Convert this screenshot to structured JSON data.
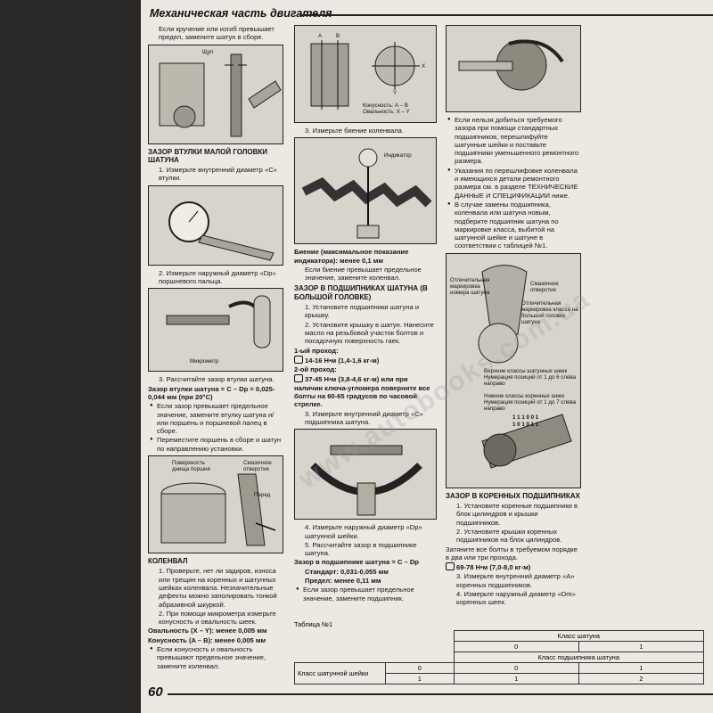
{
  "header": {
    "title": "Механическая часть двигателя"
  },
  "page_number": "60",
  "watermark": "www.autobooks.com.ua",
  "col1": {
    "intro": "Если кручение или изгиб превышает предел, замените шатун в сборе.",
    "fig1_label": "Щуп",
    "sec1_title": "ЗАЗОР ВТУЛКИ МАЛОЙ ГОЛОВКИ ШАТУНА",
    "step1": "1. Измерьте внутренний диаметр «С» втулки.",
    "step2": "2. Измерьте наружный диаметр «Dp» поршневого пальца.",
    "fig3_label": "Микрометр",
    "step3": "3. Рассчитайте зазор втулки шатуна.",
    "formula": "Зазор втулки шатуна = C – Dp = 0,025-0,044 мм (при 20°C)",
    "bullet1": "Если зазор превышает предельное значение, замените втулку шатуна и/или поршень и поршневой палец в сборе.",
    "bullet2": "Переместите поршень в сборе и шатун по направлению установки.",
    "fig4_label1": "Поверхность днища поршня",
    "fig4_label2": "Смазочное отверстие",
    "fig4_label3": "Перед",
    "sec2_title": "КОЛЕНВАЛ",
    "k1": "1. Проверьте, нет ли задиров, износа или трещин на коренных и шатунных шейках коленвала. Незначительные дефекты можно заполировать тонкой абразивной шкуркой.",
    "k2": "2. При помощи микрометра измерьте конусность и овальность шеек.",
    "oval": "Овальность (X – Y): менее 0,005 мм",
    "cone": "Конусность (A – B): менее 0,005 мм",
    "k_bullet": "Если конусность и овальность превышают предельное значение, замените коленвал."
  },
  "col2": {
    "figA": "A",
    "figB": "B",
    "figX": "X",
    "figY": "Y",
    "fig_caption": "Конусность: A – B  Овальность: X – Y",
    "step3": "3. Измерьте биение коленвала.",
    "indicator": "Индикатор",
    "runout": "Биение (максимальное показание индикатора): менее 0,1 мм",
    "runout_note": "Если биение превышает предельное значение, замените коленвал.",
    "sec_title": "ЗАЗОР В ПОДШИПНИКАХ ШАТУНА (В БОЛЬШОЙ ГОЛОВКЕ)",
    "s1": "1. Установите подшипники шатуна и крышку.",
    "s2": "2. Установите крышку в шатун. Нанесите масло на резьбовой участок болтов и посадочную поверхность гаек.",
    "pass1_title": "1-ый проход:",
    "pass1": "14-16 Н•м (1,4-1,6 кг-м)",
    "pass2_title": "2-ой проход:",
    "pass2": "37-45 Н•м (3,8-4,6 кг-м) или при наличии ключа-угломера поверните все болты на 60-65 градусов по часовой стрелке.",
    "s3": "3. Измерьте внутренний диаметр «С» подшипника шатуна.",
    "s4": "4. Измерьте наружный диаметр «Dp» шатунной шейки.",
    "s5": "5. Рассчитайте зазор в подшипнике шатуна.",
    "formula": "Зазор в подшипнике шатуна = C – Dp",
    "standard": "Стандарт: 0,031-0,055 мм",
    "limit": "Предел: менее 0,11 мм",
    "bullet": "Если зазор превышает предельное значение, замените подшипник."
  },
  "col3": {
    "b1": "Если нельзя добиться требуемого зазора при помощи стандартных подшипников, перешлифуйте шатунные шейки и поставьте подшипники уменьшенного ремонтного размера.",
    "b2": "Указания по перешлифовке коленвала и имеющихся детали ремонтного размера см. в разделе ТЕХНИЧЕСКИЕ ДАННЫЕ И СПЕЦИФИКАЦИИ ниже.",
    "b3": "В случае замены подшипника, коленвала или шатуна новым, подберите подшипник шатуна по маркировке класса, выбитой на шатунной шейке и шатуне в соответствии с таблицей №1.",
    "fig_l1": "Отличительная маркировка номера шатуна",
    "fig_l2": "Смазочное отверстие",
    "fig_l3": "Отличительная маркировка класса на большой головке шатуна",
    "fig_l4": "Верхние классы шатунных шеек Нумерация позиций от 1 до 6 слева направо",
    "fig_l5": "Нижние классы коренных шеек Нумерация позиций от 1 до 7 слева направо",
    "fig_code1": "1 1 1 0 0 1",
    "fig_code2": "1 0 1 0 1 1",
    "sec_title": "ЗАЗОР В КОРЕННЫХ ПОДШИПНИКАХ",
    "m1": "1. Установите коренные подшипники в блок цилиндров и крышки подшипников.",
    "m2": "2. Установите крышки коренных подшипников на блок цилиндров.",
    "m_note": "Затяните все болты в требуемом порядке в два или три прохода.",
    "torque": "69-78 Н•м (7,0-8,0 кг-м)",
    "m3": "3. Измерьте внутренний диаметр «А» коренных подшипников.",
    "m4": "4. Измерьте наружный диаметр «Dm» коренных шеек."
  },
  "table": {
    "caption": "Таблица №1",
    "h_rod": "Класс шатуна",
    "rod_vals": [
      "0",
      "1"
    ],
    "h_bearing": "Класс подшипника шатуна",
    "row_label": "Класс шатунной шейки",
    "rows": [
      [
        "0",
        "0",
        "1"
      ],
      [
        "1",
        "1",
        "2"
      ]
    ]
  }
}
